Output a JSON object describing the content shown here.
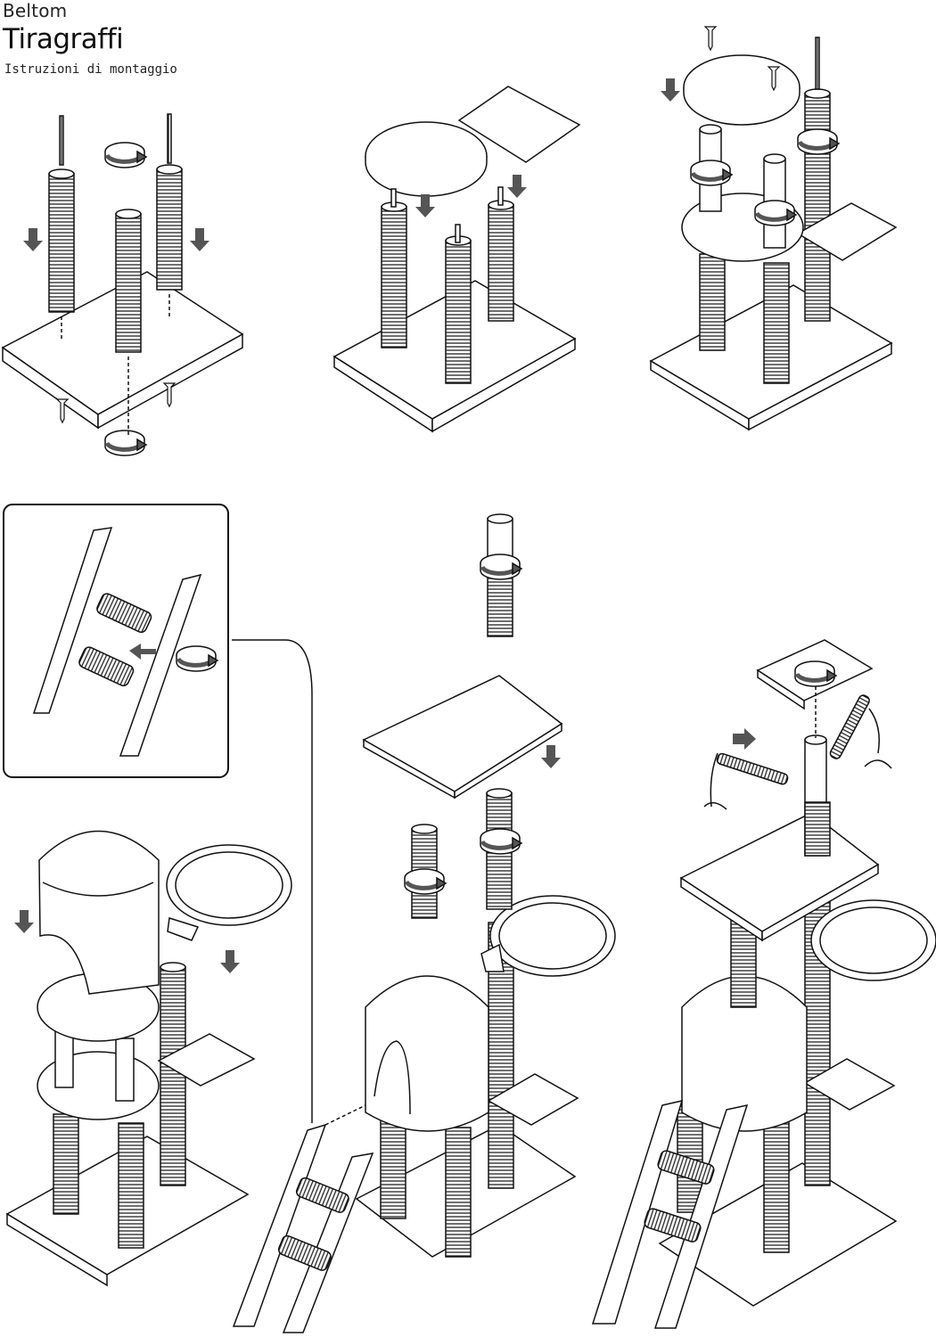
{
  "header": {
    "brand": "Beltom",
    "title": "Tiragraffi",
    "subtitle": "Istruzioni di montaggio"
  },
  "steps": [
    {
      "name": "step-1-base-posts"
    },
    {
      "name": "step-2-first-platform"
    },
    {
      "name": "step-3-second-level"
    },
    {
      "name": "step-4-ladder-detail"
    },
    {
      "name": "step-5-house-and-bowl"
    },
    {
      "name": "step-6-upper-assembly"
    },
    {
      "name": "step-7-final-top"
    }
  ],
  "colors": {
    "line": "#111111",
    "arrow": "#555555",
    "fill": "#ffffff"
  }
}
